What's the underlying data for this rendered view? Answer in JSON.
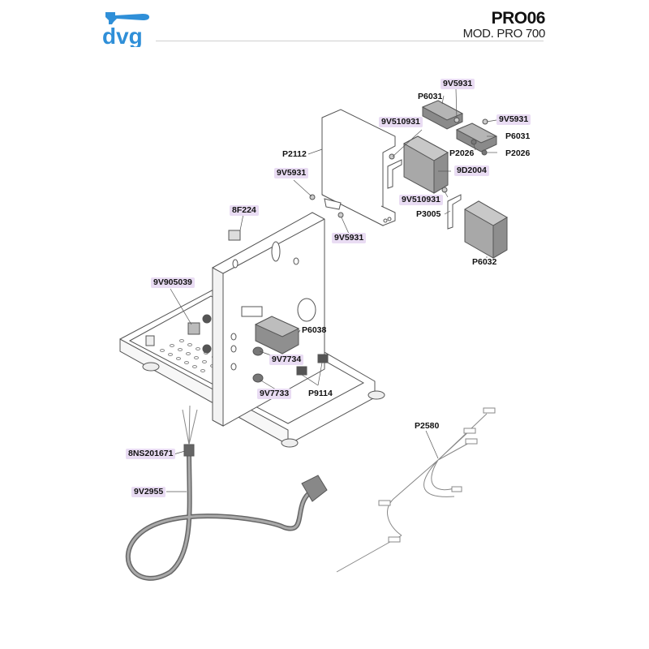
{
  "header": {
    "brand": "dvg",
    "title": "PRO06",
    "subtitle": "MOD. PRO 700",
    "brand_color": "#2f8fd8",
    "highlight_color": "#e9dcf3"
  },
  "parts": [
    {
      "code": "9V5931",
      "highlighted": true
    },
    {
      "code": "P6031",
      "highlighted": false
    },
    {
      "code": "9V5931",
      "highlighted": true
    },
    {
      "code": "P6031",
      "highlighted": false
    },
    {
      "code": "9V510931",
      "highlighted": true
    },
    {
      "code": "P2026",
      "highlighted": false
    },
    {
      "code": "P2026",
      "highlighted": false
    },
    {
      "code": "P2112",
      "highlighted": false
    },
    {
      "code": "9D2004",
      "highlighted": true
    },
    {
      "code": "9V5931",
      "highlighted": true
    },
    {
      "code": "9V510931",
      "highlighted": true
    },
    {
      "code": "P3005",
      "highlighted": false
    },
    {
      "code": "8F224",
      "highlighted": true
    },
    {
      "code": "9V5931",
      "highlighted": true
    },
    {
      "code": "P6032",
      "highlighted": false
    },
    {
      "code": "9V905039",
      "highlighted": true
    },
    {
      "code": "P6038",
      "highlighted": false
    },
    {
      "code": "9V7734",
      "highlighted": true
    },
    {
      "code": "9V7733",
      "highlighted": true
    },
    {
      "code": "P9114",
      "highlighted": false
    },
    {
      "code": "P2580",
      "highlighted": false
    },
    {
      "code": "8NS201671",
      "highlighted": true
    },
    {
      "code": "9V2955",
      "highlighted": true
    }
  ]
}
